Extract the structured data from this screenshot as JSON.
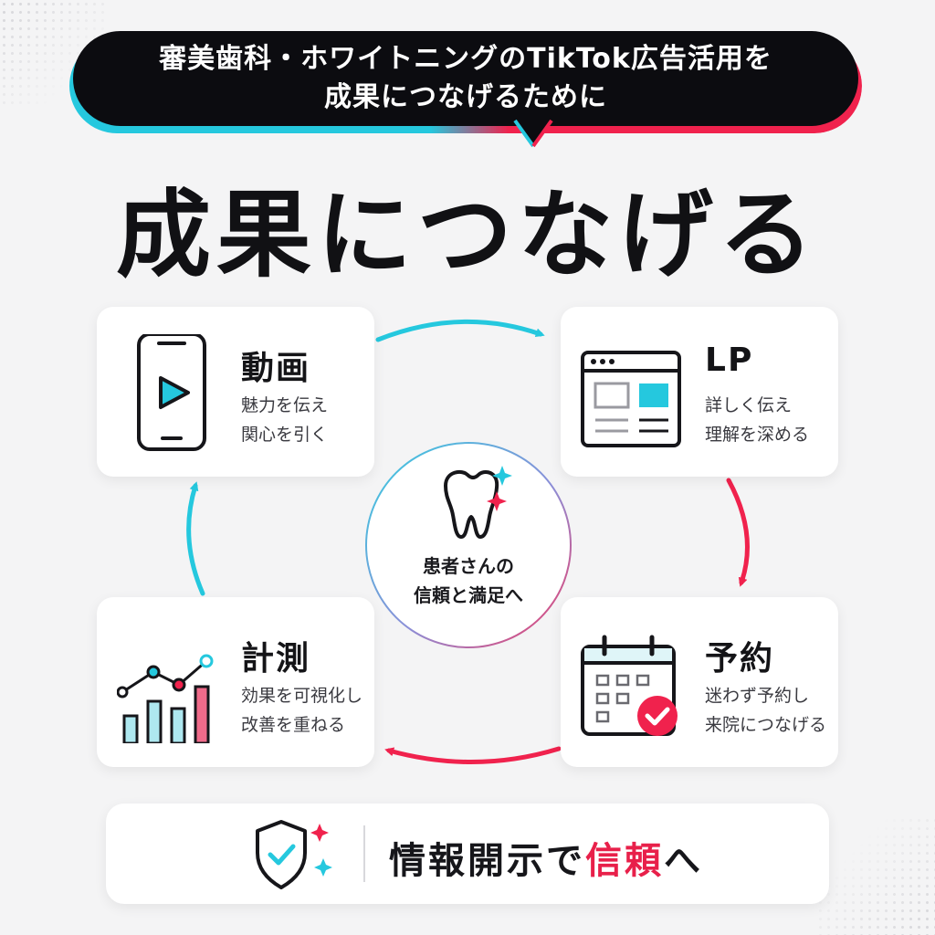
{
  "header": {
    "line1": "審美歯科・ホワイトニングのTikTok広告活用を",
    "line2": "成果につなげるために"
  },
  "main_title": "成果につなげる",
  "steps": [
    {
      "label": "動画",
      "desc_line1": "魅力を伝え",
      "desc_line2": "関心を引く",
      "icon": "smartphone-play-icon"
    },
    {
      "label": "LP",
      "desc_line1": "詳しく伝え",
      "desc_line2": "理解を深める",
      "icon": "browser-window-icon"
    },
    {
      "label": "予約",
      "desc_line1": "迷わず予約し",
      "desc_line2": "来院につなげる",
      "icon": "calendar-check-icon"
    },
    {
      "label": "計測",
      "desc_line1": "効果を可視化し",
      "desc_line2": "改善を重ねる",
      "icon": "bar-line-chart-icon"
    }
  ],
  "center": {
    "line1": "患者さんの",
    "line2": "信頼と満足へ",
    "icon": "tooth-sparkle-icon"
  },
  "footer": {
    "text_before": "情報開示で",
    "text_accent": "信頼",
    "text_after": "へ",
    "icon": "shield-check-icon"
  },
  "colors": {
    "cyan": "#25c8de",
    "red": "#f0224d",
    "dark": "#0c0c10"
  }
}
